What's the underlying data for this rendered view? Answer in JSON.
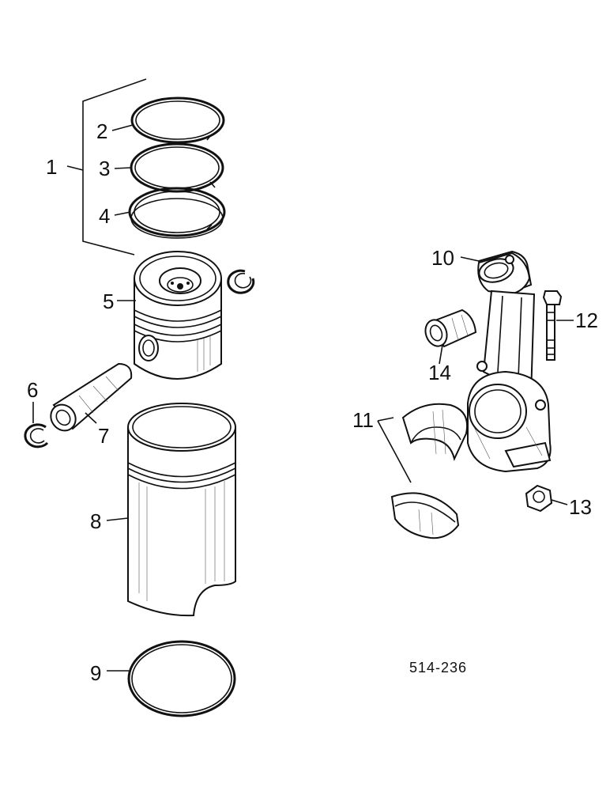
{
  "figure_code": "514-236",
  "callouts": {
    "c1": "1",
    "c2": "2",
    "c3": "3",
    "c4": "4",
    "c5": "5",
    "c6": "6",
    "c7": "7",
    "c8": "8",
    "c9": "9",
    "c10": "10",
    "c11": "11",
    "c12": "12",
    "c13": "13",
    "c14": "14"
  }
}
